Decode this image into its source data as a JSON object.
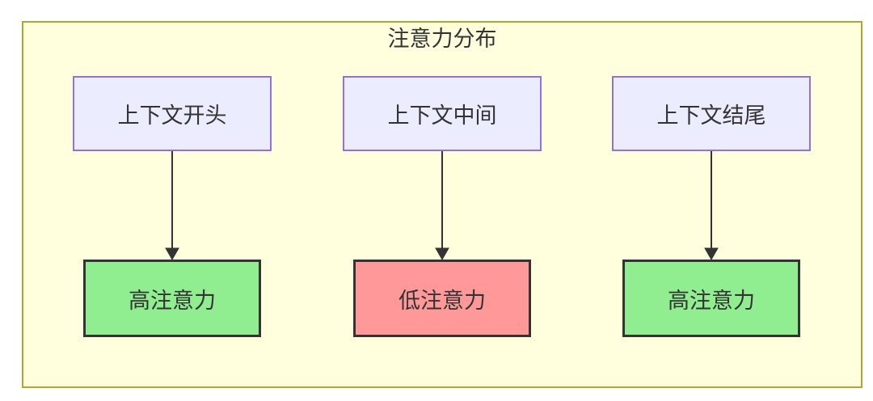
{
  "diagram": {
    "title": "注意力分布",
    "columns": [
      {
        "source_label": "上下文开头",
        "target_label": "高注意力",
        "attention_level": "high"
      },
      {
        "source_label": "上下文中间",
        "target_label": "低注意力",
        "attention_level": "low"
      },
      {
        "source_label": "上下文结尾",
        "target_label": "高注意力",
        "attention_level": "high"
      }
    ],
    "colors": {
      "canvas_fill": "#ffffde",
      "canvas_border": "#aaaa33",
      "source_node_fill": "#ececff",
      "source_node_border": "#9370db",
      "high_attention_fill": "#90ee90",
      "low_attention_fill": "#ff9999",
      "target_node_border": "#333333",
      "arrow_color": "#333333",
      "text_color": "#333333"
    }
  }
}
